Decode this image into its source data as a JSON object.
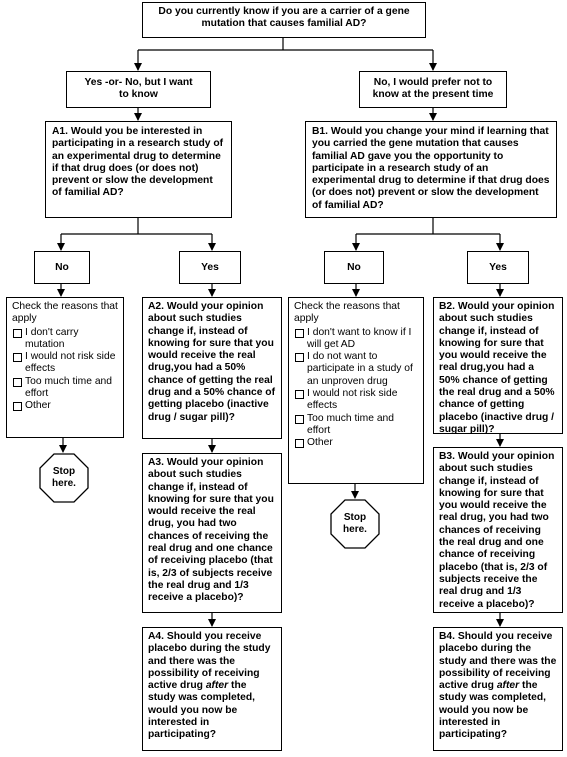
{
  "question": "Do you currently know if you are a carrier of a gene mutation that causes familial AD?",
  "left": {
    "answer": "Yes -or- No, but I want to know",
    "q1": "A1. Would you be interested in participating in a research study of an experimental drug to determine if that drug does (or does not) prevent or slow the development of familial AD?",
    "no_label": "No",
    "yes_label": "Yes",
    "reasons_title": "Check the reasons that apply",
    "reasons": [
      "I don't carry mutation",
      "I would not risk side effects",
      "Too much time and effort",
      "Other"
    ],
    "stop": "Stop here.",
    "q2": "A2. Would your opinion about such studies change if, instead of knowing for sure that you would receive the real drug,you had a 50% chance of getting the real drug and a 50% chance of getting placebo (inactive drug / sugar pill)?",
    "q3": "A3. Would your opinion about such studies change if, instead of knowing for sure that you would receive the real drug, you had two chances of receiving the real drug and one chance of receiving placebo (that is, 2/3 of subjects receive the real drug and 1/3 receive a placebo)?",
    "q4_pre": "A4. Should you receive placebo during the study and there was the possibility of receiving active drug",
    "q4_em": "after",
    "q4_post": "the study was completed, would you now be interested in participating?"
  },
  "right": {
    "answer": "No, I would prefer not to know at the present time",
    "q1": "B1. Would you change your mind if learning that you carried the gene mutation that causes familial AD gave you the opportunity to participate in a research study of an experimental drug to determine if that drug does (or does not) prevent or slow the development of familial AD?",
    "no_label": "No",
    "yes_label": "Yes",
    "reasons_title": "Check the reasons that apply",
    "reasons": [
      "I don't want to know if I will get AD",
      "I do not want to participate in a study of an unproven drug",
      "I would not risk side effects",
      "Too much time and effort",
      "Other"
    ],
    "stop": "Stop here.",
    "q2": "B2. Would your opinion about such studies change if, instead of knowing for sure that you would receive the real drug,you had a 50% chance of getting the real drug and a 50% chance of getting placebo (inactive drug / sugar pill)?",
    "q3": "B3. Would your opinion about such studies change if, instead of knowing for sure that you would receive the real drug, you had two chances of receiving the real drug and one chance of receiving placebo (that is, 2/3 of subjects receive the real drug and 1/3 receive a placebo)?",
    "q4_pre": "B4. Should you receive placebo during the study and there was the possibility of receiving active drug",
    "q4_em": "after",
    "q4_post": "the study was completed, would you now be interested in participating?"
  }
}
